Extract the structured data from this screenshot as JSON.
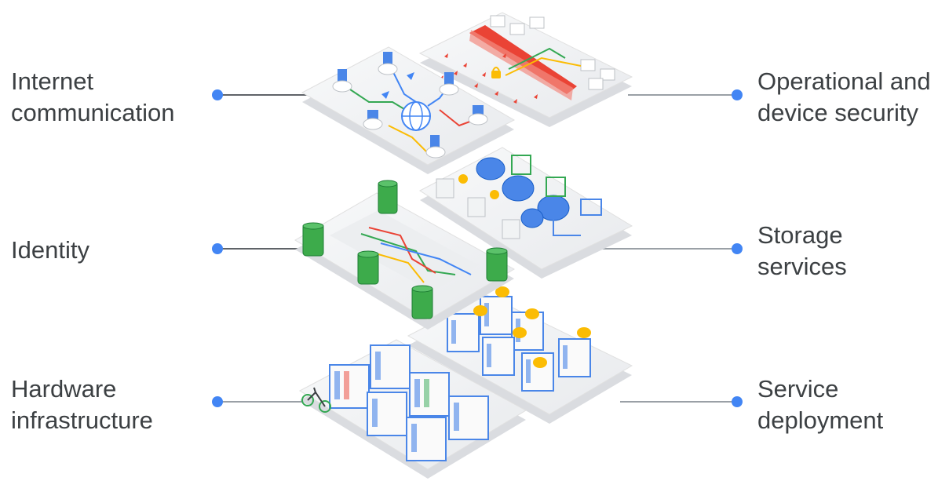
{
  "colors": {
    "accent_dot": "#4285f4",
    "connector": "#9aa0a6",
    "platform_top": "#f3f4f6",
    "platform_side": "#dadce0",
    "server_blue": "#4a86e8",
    "db_green": "#3dab4b",
    "firewall_red": "#ea4335",
    "link_yellow": "#fbbc04",
    "text": "#3c4043"
  },
  "layers": [
    {
      "key": "internet",
      "side": "left",
      "lines": [
        "Internet",
        "communication"
      ]
    },
    {
      "key": "identity",
      "side": "left",
      "lines": [
        "Identity"
      ]
    },
    {
      "key": "hardware",
      "side": "left",
      "lines": [
        "Hardware",
        "infrastructure"
      ]
    },
    {
      "key": "operational",
      "side": "right",
      "lines": [
        "Operational and",
        "device security"
      ]
    },
    {
      "key": "storage",
      "side": "right",
      "lines": [
        "Storage",
        "services"
      ]
    },
    {
      "key": "service",
      "side": "right",
      "lines": [
        "Service",
        "deployment"
      ]
    }
  ],
  "icons": {
    "globe": "globe-icon",
    "computer": "computer-icon",
    "cloud": "cloud-icon",
    "database": "database-icon",
    "server": "server-rack-icon",
    "firewall": "firewall-icon",
    "lock": "lock-icon",
    "bicycle": "bicycle-icon",
    "monitor": "monitor-icon",
    "desk": "workstation-icon"
  }
}
